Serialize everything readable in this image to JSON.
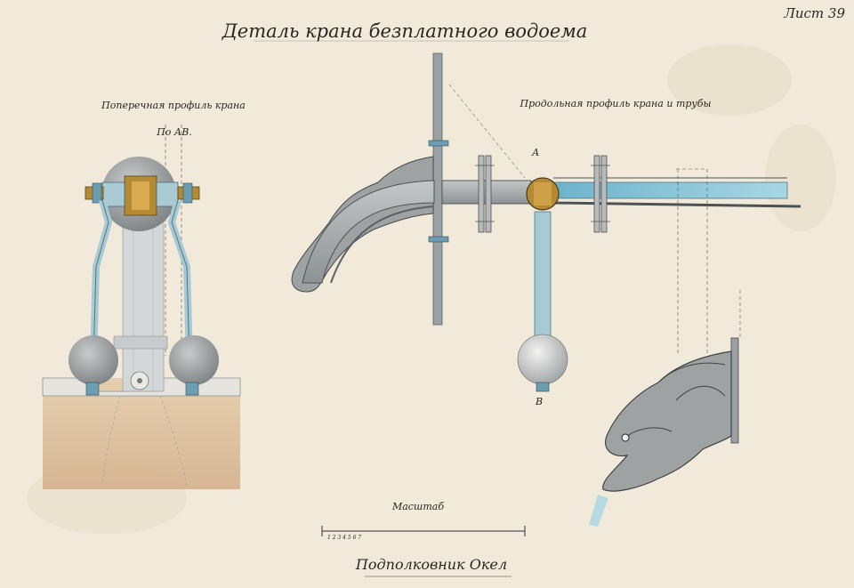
{
  "sheet": {
    "title": "Деталь крана безплатного водоема",
    "sheet_number": "Лист 39"
  },
  "cross_section": {
    "label": "Поперечная профиль крана",
    "cut_label": "По АВ."
  },
  "longitudinal_section": {
    "label": "Продольная профиль крана и трубы",
    "point_a": "А",
    "point_b": "В"
  },
  "scale": {
    "label": "Масштаб",
    "ticks": "1 2 3 4 5 6 7"
  },
  "signature": "Подполковник Окел",
  "colors": {
    "paper": "#f1eadb",
    "iron": "#9aa0a3",
    "steel_blue": "#a9c9d3",
    "brass": "#b8923a",
    "water": "#7fc0d6",
    "masonry": "#d9b98f"
  }
}
